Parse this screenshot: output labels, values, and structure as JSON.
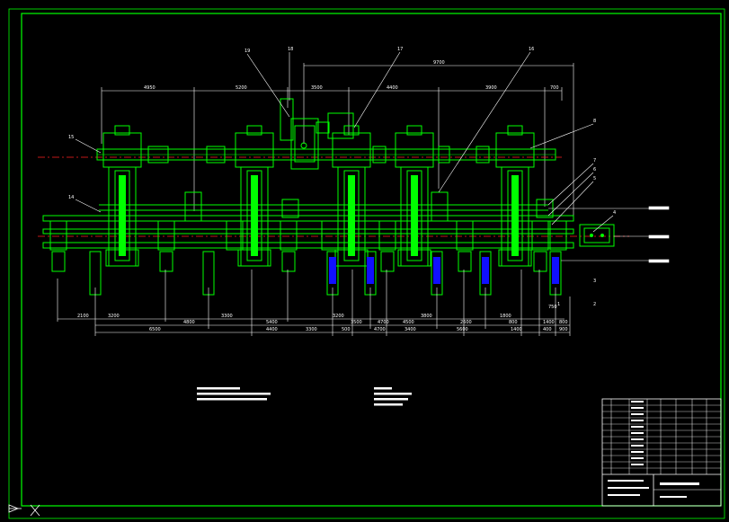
{
  "drawing": {
    "frame_color": "#00ff00",
    "background": "#000000",
    "centerline_color": "#ff2020",
    "dimension_color": "#ffffff"
  },
  "dimensions_top": [
    "4950",
    "5200",
    "3500",
    "4400",
    "3900",
    "700"
  ],
  "dimension_overall_top": "9700",
  "dimensions_bottom_row1": [
    "2100",
    "3200",
    "3300",
    "3200",
    "3800",
    "2600",
    "1800",
    "750"
  ],
  "dimensions_bottom_row2": [
    "4800",
    "5400",
    "3500",
    "4700",
    "4500",
    "800",
    "1400",
    "800"
  ],
  "dimensions_bottom_row3": [
    "6500",
    "4400",
    "3300",
    "500",
    "4700",
    "3400",
    "5600",
    "1400",
    "400",
    "900"
  ],
  "callouts": [
    "19",
    "18",
    "17",
    "16",
    "8",
    "7",
    "6",
    "5",
    "4",
    "3",
    "2",
    "1",
    "15",
    "14"
  ],
  "notes_left": [
    "",
    "",
    ""
  ],
  "notes_right": [
    "",
    "",
    "",
    ""
  ],
  "title_block": {
    "rows": 12
  }
}
